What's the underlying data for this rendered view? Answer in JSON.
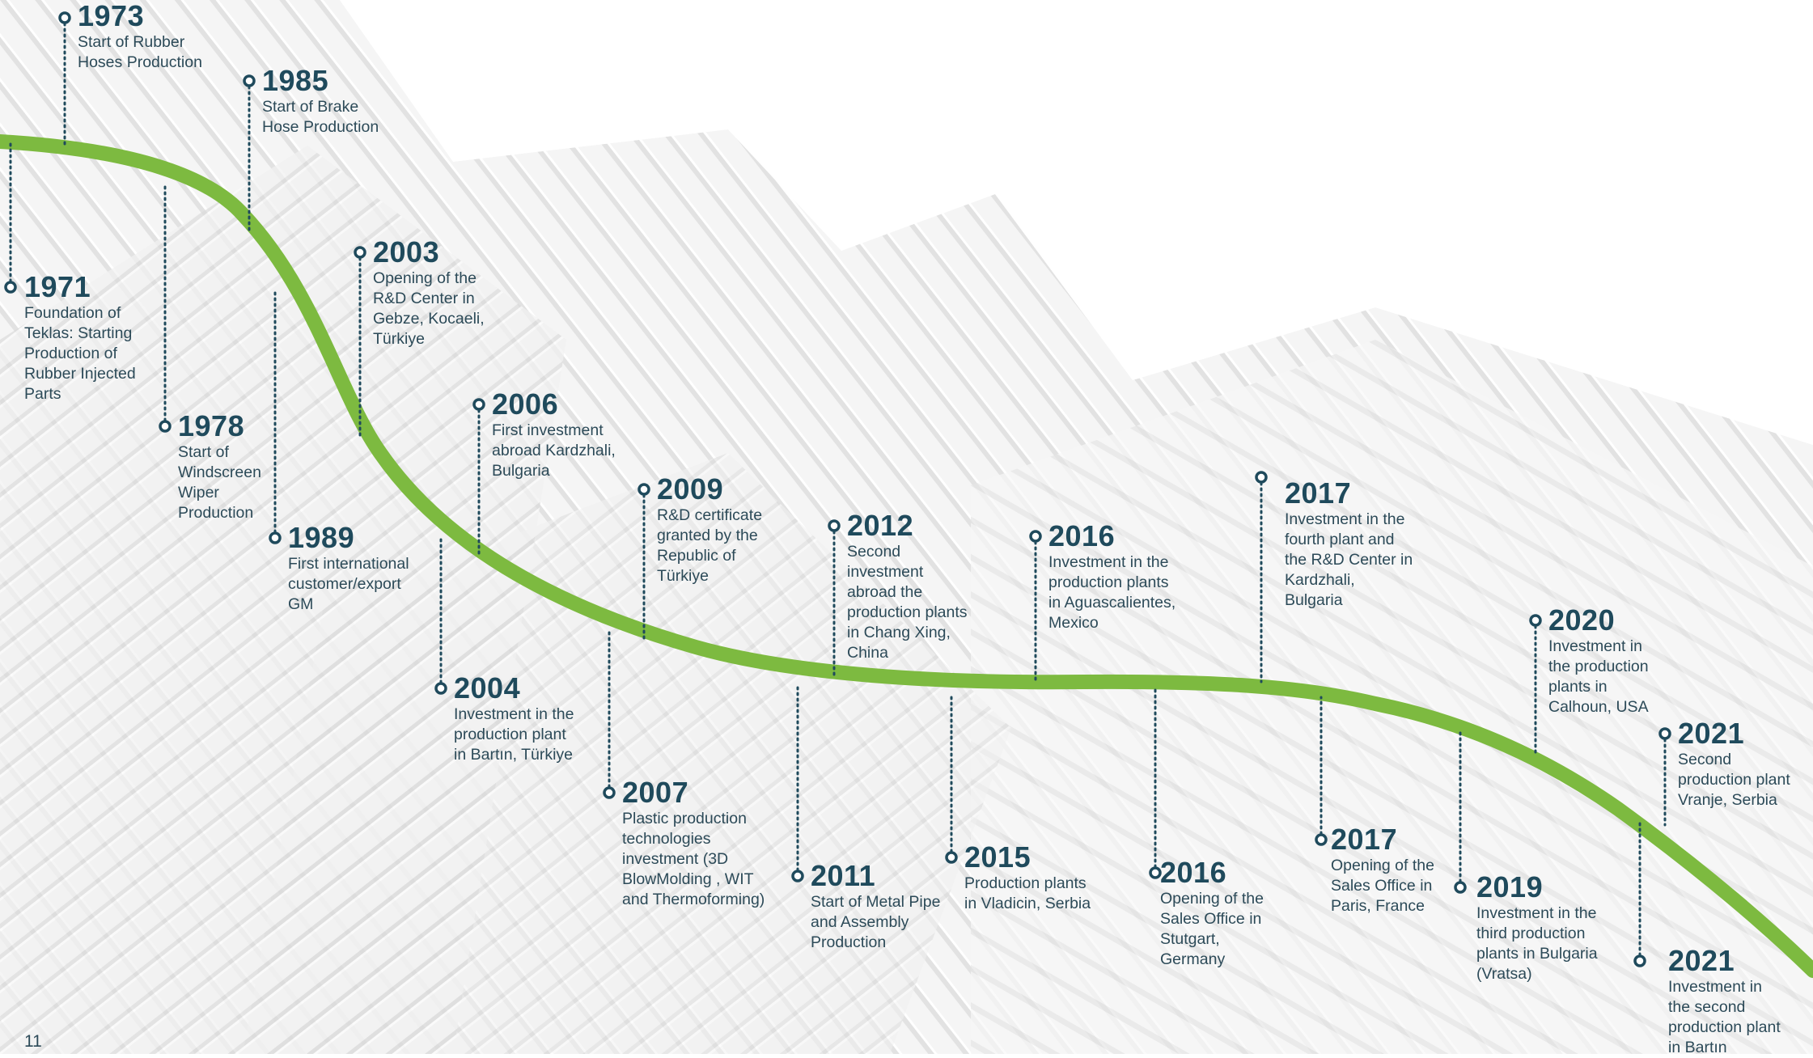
{
  "colors": {
    "curve": "#7dba40",
    "text": "#1f4a5c",
    "marker": "#1f4a5c",
    "background_lines": "#d8d8d8"
  },
  "events": [
    {
      "id": "1971",
      "year": "1971",
      "description": "Foundation of\nTeklas: Starting\nProduction of\nRubber Injected\nParts"
    },
    {
      "id": "1973",
      "year": "1973",
      "description": "Start of Rubber\nHoses Production"
    },
    {
      "id": "1978",
      "year": "1978",
      "description": "Start of\nWindscreen\nWiper\nProduction"
    },
    {
      "id": "1985",
      "year": "1985",
      "description": "Start of Brake\nHose Production"
    },
    {
      "id": "1989",
      "year": "1989",
      "description": "First international\ncustomer/export\nGM"
    },
    {
      "id": "2003",
      "year": "2003",
      "description": "Opening of the\nR&D Center in\nGebze, Kocaeli,\nTürkiye"
    },
    {
      "id": "2004",
      "year": "2004",
      "description": "Investment in the\nproduction plant\nin Bartın, Türkiye"
    },
    {
      "id": "2006",
      "year": "2006",
      "description": "First investment\nabroad Kardzhali,\nBulgaria"
    },
    {
      "id": "2007",
      "year": "2007",
      "description": "Plastic production\ntechnologies\ninvestment (3D\nBlowMolding , WIT\nand Thermoforming)"
    },
    {
      "id": "2009",
      "year": "2009",
      "description": "R&D certificate\ngranted by the\nRepublic of\nTürkiye"
    },
    {
      "id": "2011",
      "year": "2011",
      "description": "Start of Metal Pipe\nand Assembly\nProduction"
    },
    {
      "id": "2012",
      "year": "2012",
      "description": "Second\ninvestment\nabroad the\nproduction plants\nin Chang Xing,\nChina"
    },
    {
      "id": "2015",
      "year": "2015",
      "description": "Production plants\nin Vladicin, Serbia"
    },
    {
      "id": "2016a",
      "year": "2016",
      "description": "Investment in the\nproduction plants\nin Aguascalientes,\nMexico"
    },
    {
      "id": "2016b",
      "year": "2016",
      "description": "Opening of the\nSales Office in\nStutgart,\nGermany"
    },
    {
      "id": "2017a",
      "year": "2017",
      "description": "Investment in the\nfourth plant and\nthe R&D Center in\nKardzhali,\nBulgaria"
    },
    {
      "id": "2017b",
      "year": "2017",
      "description": "Opening of the\nSales Office in\nParis, France"
    },
    {
      "id": "2019",
      "year": "2019",
      "description": "Investment in the\nthird production\nplants in Bulgaria\n(Vratsa)"
    },
    {
      "id": "2020",
      "year": "2020",
      "description": "Investment in\nthe production\nplants in\nCalhoun, USA"
    },
    {
      "id": "2021a",
      "year": "2021",
      "description": "Second\nproduction plant\nVranje, Serbia"
    },
    {
      "id": "2021b",
      "year": "2021",
      "description": "Investment in\nthe second\nproduction plant\nin Bartın"
    }
  ],
  "page_number": "11"
}
